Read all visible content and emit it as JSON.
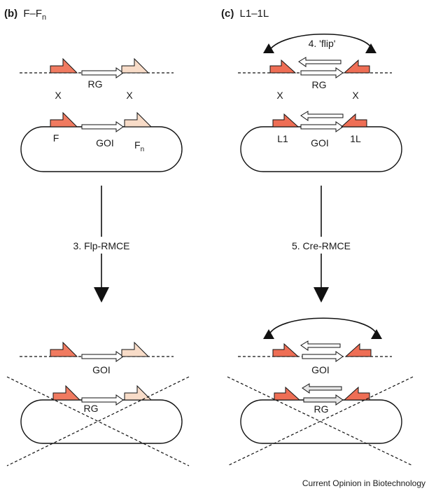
{
  "panel_b": {
    "letter": "(b)",
    "title_main": "F–F",
    "title_sub": "n",
    "top_labels": {
      "cassette": "RG",
      "cross_left": "X",
      "cross_right": "X"
    },
    "circle_labels": {
      "site_left": "F",
      "gene": "GOI",
      "site_right_main": "F",
      "site_right_sub": "n"
    },
    "step": "3. Flp-RMCE",
    "result_top": "GOI",
    "result_circle": "RG"
  },
  "panel_c": {
    "letter": "(c)",
    "title": "L1–1L",
    "flip": "4. 'flip'",
    "top_labels": {
      "cassette": "RG",
      "cross_left": "X",
      "cross_right": "X"
    },
    "circle_labels": {
      "site_left": "L1",
      "gene": "GOI",
      "site_right": "1L"
    },
    "step": "5. Cre-RMCE",
    "result_top": "GOI",
    "result_circle": "RG"
  },
  "footer": "Current Opinion in Biotechnology",
  "colors": {
    "site_F": "#f07a60",
    "site_Fn": "#f8dcc8",
    "site_lox": "#ee6e55",
    "outline": "#1a1a1a",
    "background": "#ffffff"
  }
}
